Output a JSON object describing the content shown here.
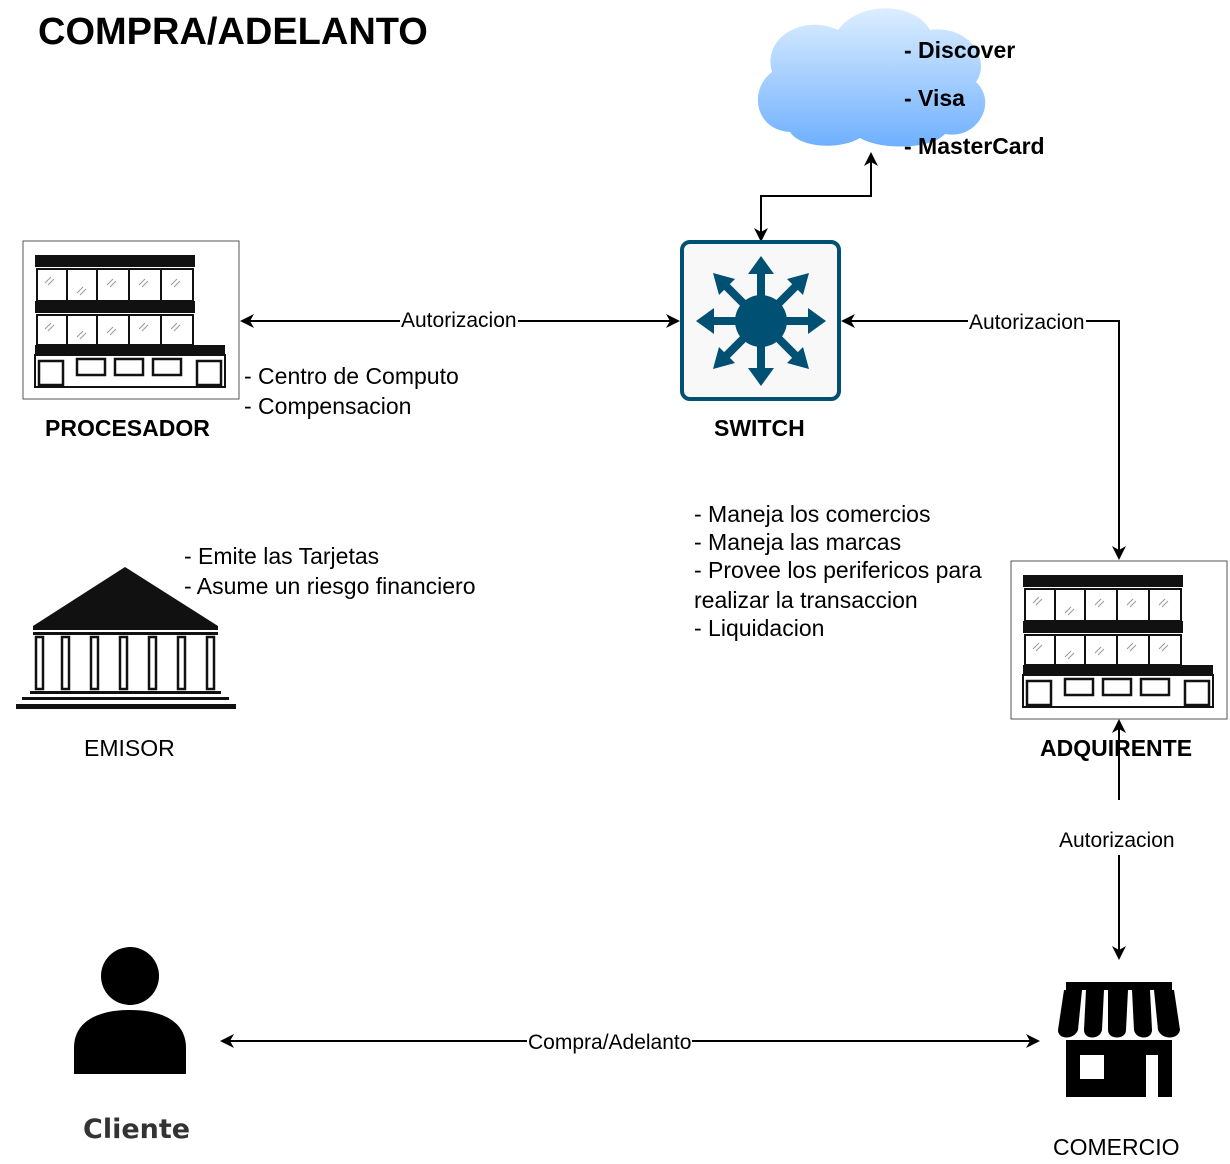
{
  "title": "COMPRA/ADELANTO",
  "cloud": {
    "items": [
      "- Discover",
      "- Visa",
      "- MasterCard"
    ]
  },
  "nodes": {
    "procesador": {
      "label": "PROCESADOR",
      "notes": [
        "- Centro de Computo",
        "- Compensacion"
      ]
    },
    "switch": {
      "label": "SWITCH",
      "notes": [
        "- Maneja los comercios",
        "- Maneja las marcas",
        "- Provee los perifericos para",
        "realizar la transaccion",
        "- Liquidacion"
      ]
    },
    "emisor": {
      "label": "EMISOR",
      "notes": [
        "- Emite las Tarjetas",
        "- Asume un riesgo financiero"
      ]
    },
    "adquirente": {
      "label": "ADQUIRENTE"
    },
    "cliente": {
      "label": "Cliente"
    },
    "comercio": {
      "label": "COMERCIO"
    }
  },
  "edges": {
    "procesador_switch": "Autorizacion",
    "switch_adquirente": "Autorizacion",
    "adquirente_comercio": "Autorizacion",
    "cliente_comercio": "Compra/Adelanto"
  },
  "colors": {
    "switch_fill": "#005073",
    "switch_bg": "#f8f8f8",
    "cloud_top": "#ddeeff",
    "cloud_bottom": "#6fb0ff"
  }
}
